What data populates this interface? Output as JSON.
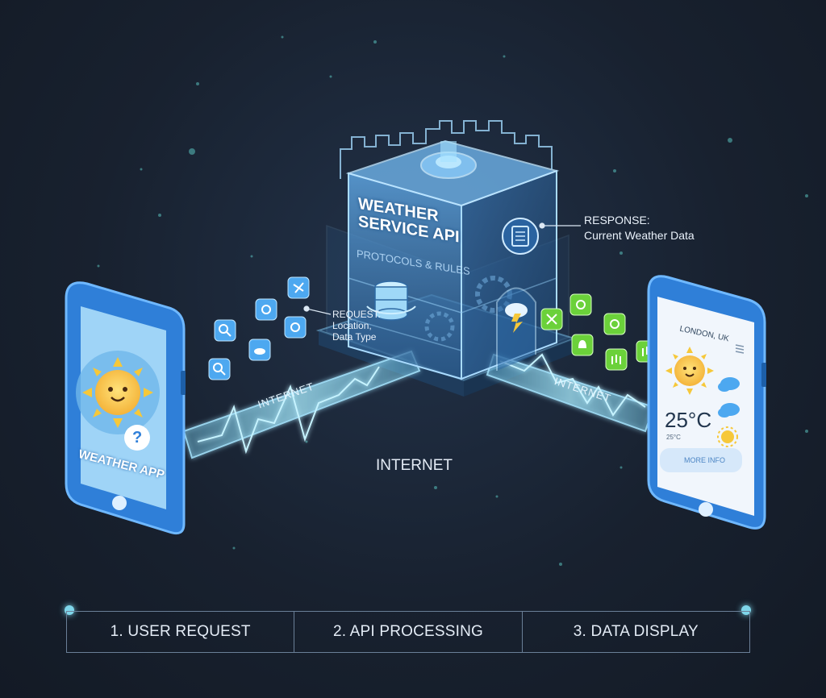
{
  "api_block": {
    "title_line1": "WEATHER",
    "title_line2": "SERVICE API",
    "subtitle": "PROTOCOLS & RULES"
  },
  "request_callout": {
    "heading": "REQUEST:",
    "line1": "Location,",
    "line2": "Data Type"
  },
  "response_callout": {
    "heading": "RESPONSE:",
    "line1": "Current Weather Data"
  },
  "left_phone": {
    "app_label": "WEATHER APP",
    "question_mark": "?"
  },
  "right_phone": {
    "location": "LONDON, UK",
    "temperature": "25°C",
    "small_temp": "25°C",
    "button": "MORE INFO"
  },
  "pipes": {
    "left_label": "INTERNET",
    "right_label": "INTERNET",
    "center_label": "INTERNET"
  },
  "stages": [
    "1. USER REQUEST",
    "2. API PROCESSING",
    "3. DATA DISPLAY"
  ],
  "colors": {
    "accent_blue": "#4da8f0",
    "accent_green": "#6bd13a",
    "cyan": "#7fd6ea"
  }
}
